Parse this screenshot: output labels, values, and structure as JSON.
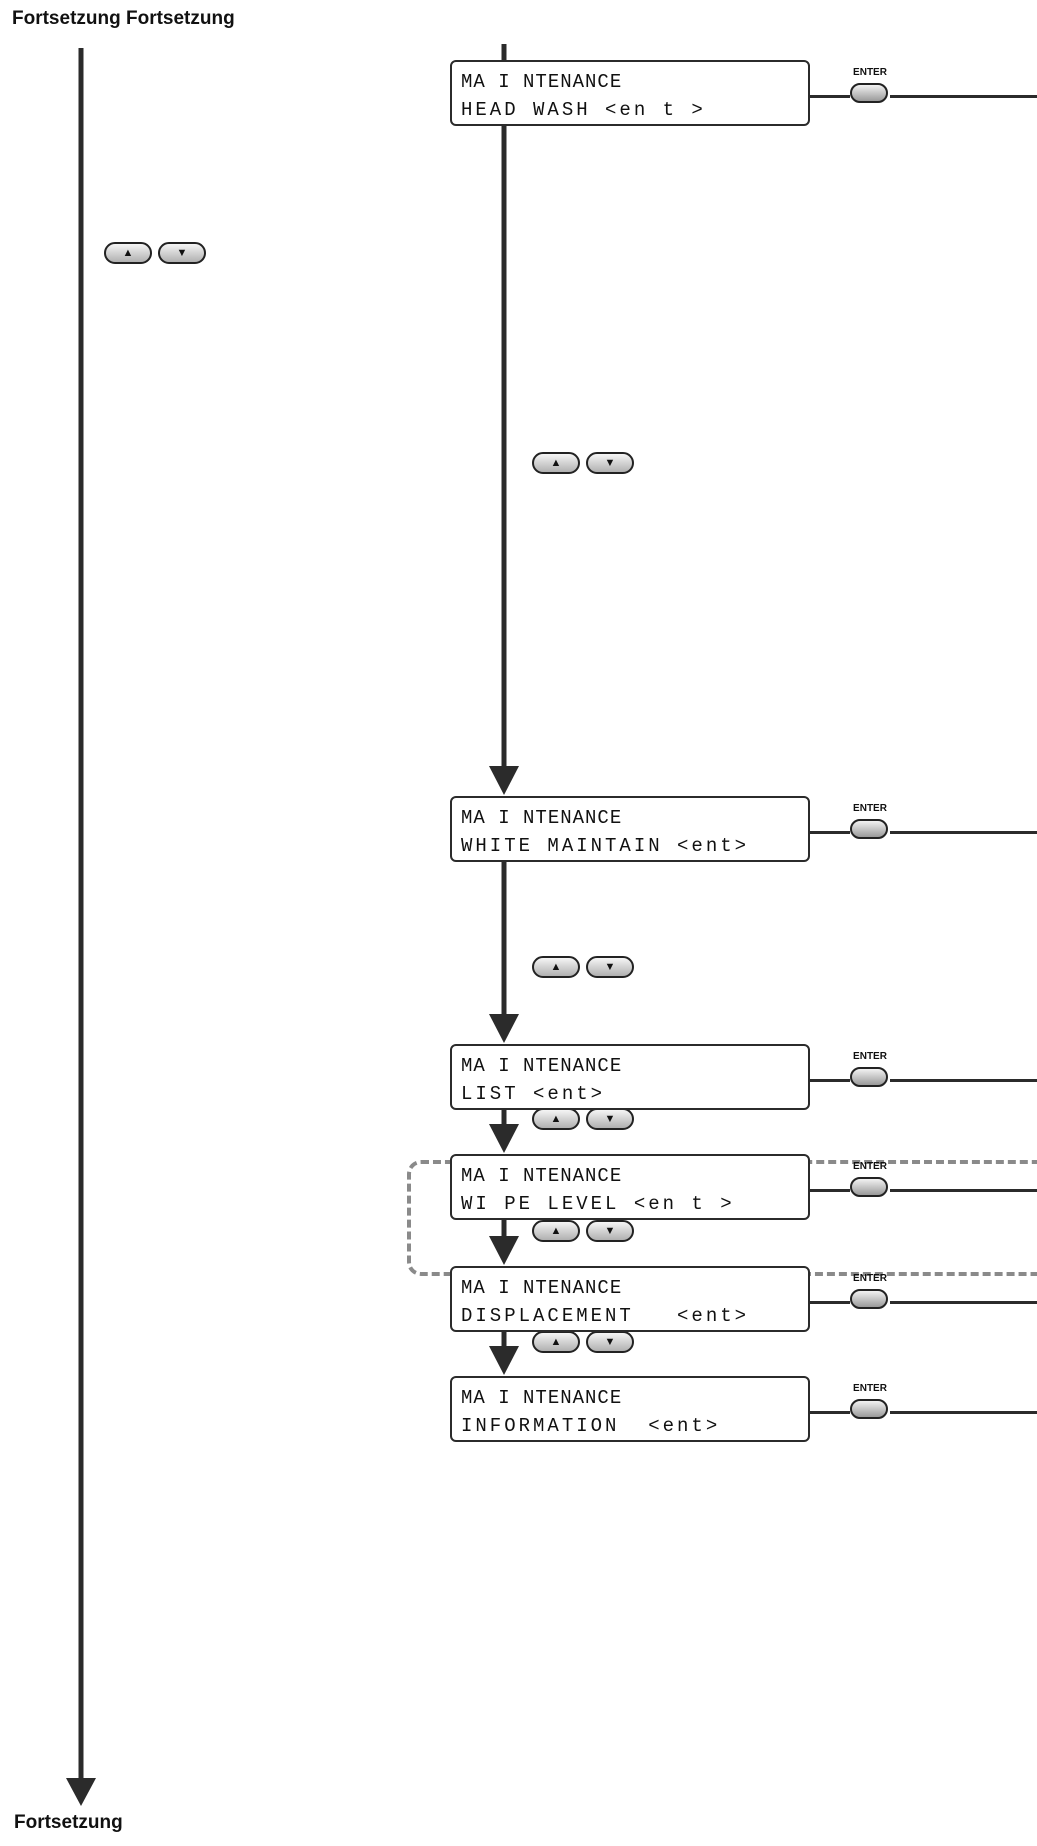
{
  "header": {
    "top_left": "Fortsetzung Fortsetzung",
    "bottom_left": "Fortsetzung"
  },
  "enter_label": "ENTER",
  "up_glyph": "▲",
  "down_glyph": "▼",
  "screens": [
    {
      "line1": "MA I NTENANCE",
      "line2": "HEAD WASH <en t >"
    },
    {
      "line1": "MA I NTENANCE",
      "line2": "WHITE MAINTAIN <ent>"
    },
    {
      "line1": "MA I NTENANCE",
      "line2": "LIST <ent>"
    },
    {
      "line1": "MA I NTENANCE",
      "line2": "WI PE LEVEL <en t >"
    },
    {
      "line1": "MA I NTENANCE",
      "line2": "DISPLACEMENT   <ent>"
    },
    {
      "line1": "MA I NTENANCE",
      "line2": "INFORMATION  <ent>"
    }
  ],
  "icons": {
    "enter": "enter-key-icon",
    "up": "up-arrow-key-icon",
    "down": "down-arrow-key-icon",
    "flow_arrow": "down-arrow-icon"
  },
  "colors": {
    "line": "#2b2b2b",
    "dashed_highlight": "#8a8a8a",
    "key_fill": "#b0b0b0"
  }
}
